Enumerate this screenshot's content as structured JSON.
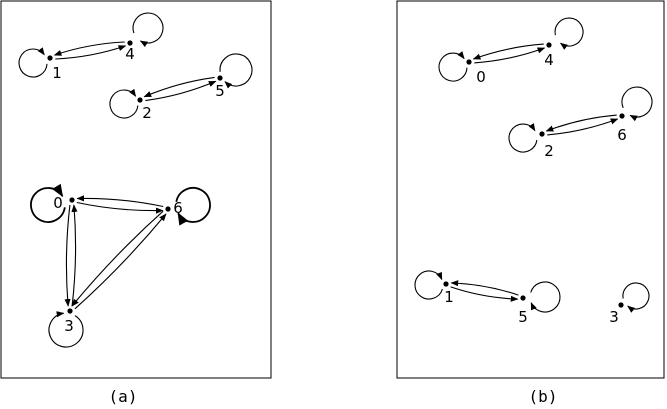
{
  "panels": [
    {
      "id": "a",
      "caption": "(a)",
      "nodes": [
        {
          "id": "0",
          "label": "0"
        },
        {
          "id": "1",
          "label": "1"
        },
        {
          "id": "2",
          "label": "2"
        },
        {
          "id": "3",
          "label": "3"
        },
        {
          "id": "4",
          "label": "4"
        },
        {
          "id": "5",
          "label": "5"
        },
        {
          "id": "6",
          "label": "6"
        }
      ],
      "edges": [
        {
          "from": "1",
          "to": "4"
        },
        {
          "from": "4",
          "to": "1"
        },
        {
          "from": "2",
          "to": "5"
        },
        {
          "from": "5",
          "to": "2"
        },
        {
          "from": "0",
          "to": "6"
        },
        {
          "from": "6",
          "to": "0"
        },
        {
          "from": "0",
          "to": "3"
        },
        {
          "from": "3",
          "to": "0"
        },
        {
          "from": "6",
          "to": "3"
        },
        {
          "from": "3",
          "to": "6"
        }
      ],
      "self_loops": [
        "0",
        "1",
        "2",
        "3",
        "4",
        "5",
        "6"
      ]
    },
    {
      "id": "b",
      "caption": "(b)",
      "nodes": [
        {
          "id": "0",
          "label": "0"
        },
        {
          "id": "1",
          "label": "1"
        },
        {
          "id": "2",
          "label": "2"
        },
        {
          "id": "3",
          "label": "3"
        },
        {
          "id": "4",
          "label": "4"
        },
        {
          "id": "5",
          "label": "5"
        },
        {
          "id": "6",
          "label": "6"
        }
      ],
      "edges": [
        {
          "from": "0",
          "to": "4"
        },
        {
          "from": "4",
          "to": "0"
        },
        {
          "from": "2",
          "to": "6"
        },
        {
          "from": "6",
          "to": "2"
        },
        {
          "from": "1",
          "to": "5"
        },
        {
          "from": "5",
          "to": "1"
        }
      ],
      "self_loops": [
        "0",
        "1",
        "2",
        "3",
        "4",
        "5",
        "6"
      ]
    }
  ]
}
